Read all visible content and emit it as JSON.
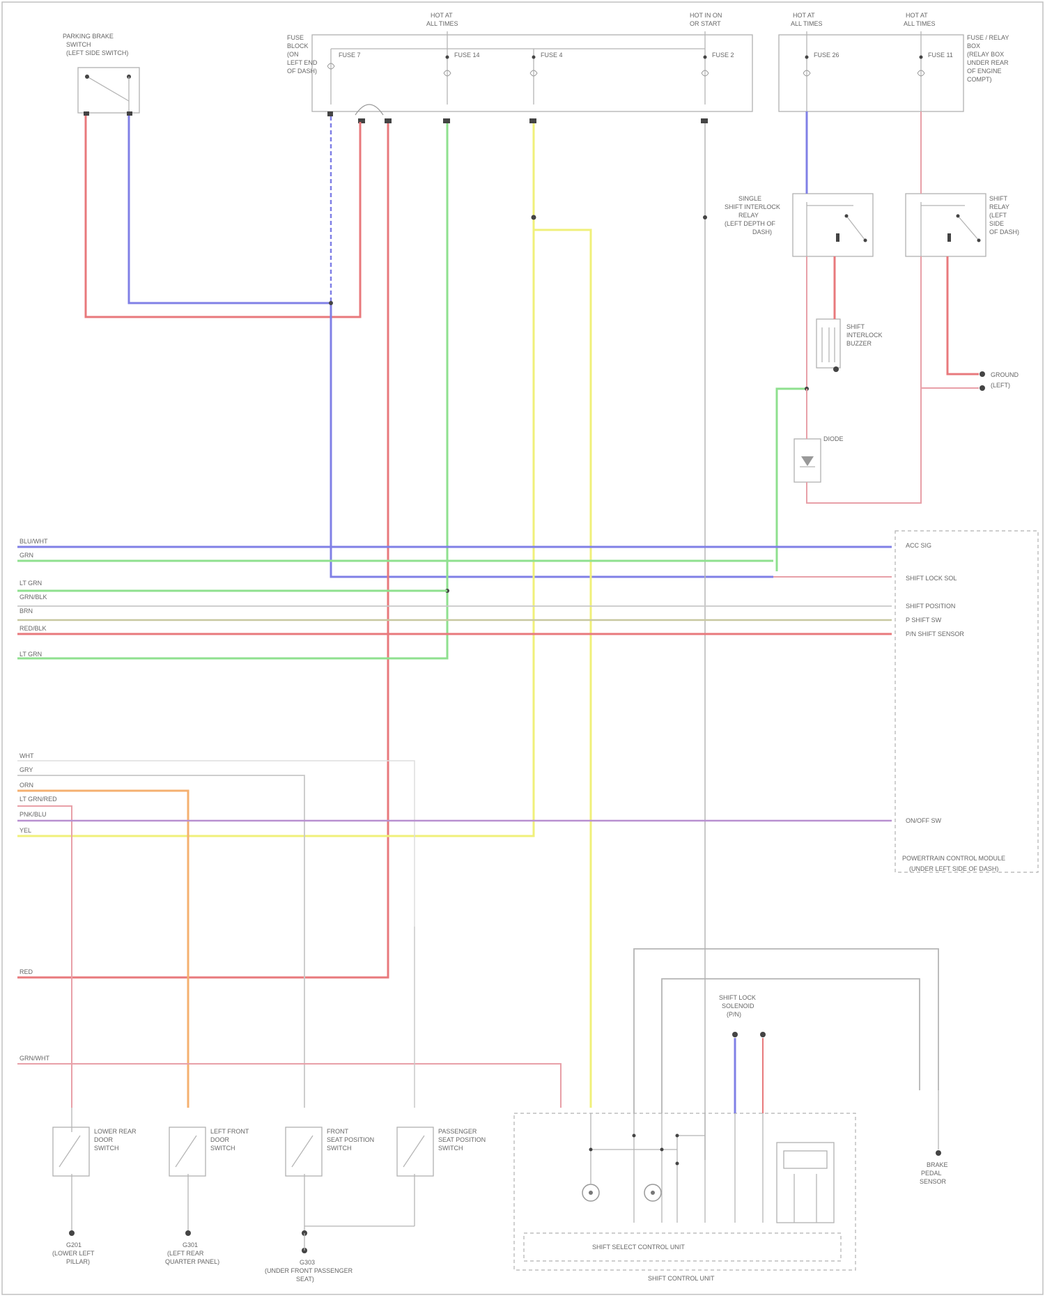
{
  "title": "",
  "colors": {
    "red": "#e8797c",
    "blue": "#8080e6",
    "green": "#8fe08f",
    "yellow": "#f0f07a",
    "orange": "#f5b070",
    "pink": "#e8a0a8",
    "violet": "#b890d0",
    "gray": "#b5b5b5",
    "line_gray": "#c8c8c8"
  },
  "icons": [
    "switch-icon",
    "motor-icon",
    "relay-icon",
    "ground-icon",
    "connector-icon",
    "sensor-icon"
  ],
  "components": {
    "fuse_block_left_caption": [
      "FUSE",
      "BLOCK",
      "(ON",
      "LEFT END",
      "OF DASH)"
    ],
    "fuse_block_right_caption": [
      "FUSE / RELAY",
      "BOX",
      "(RELAY BOX",
      "UNDER REAR",
      "OF ENGINE",
      "COMPT)"
    ],
    "upper_left_switch": [
      "PARKING BRAKE",
      "SWITCH",
      "(LEFT SIDE SWITCH)"
    ],
    "relay_1": [
      "SINGLE",
      "SHIFT INTERLOCK",
      "RELAY",
      "(LEFT DEPTH OF",
      "DASH)"
    ],
    "relay_2": [
      "SHIFT",
      "RELAY",
      "(LEFT",
      "SIDE",
      "OF DASH)"
    ],
    "interlock_buzzer": [
      "SHIFT",
      "INTERLOCK",
      "BUZZER"
    ],
    "diode": "DIODE",
    "ground_right": [
      "GROUND",
      "(LEFT)"
    ],
    "control_module_caption": [
      "POWERTRAIN CONTROL MODULE",
      "(UNDER LEFT SIDE OF DASH)"
    ],
    "lower_switches": [
      [
        "LOWER REAR",
        "DOOR",
        "SWITCH"
      ],
      [
        "LEFT FRONT",
        "DOOR",
        "SWITCH"
      ],
      [
        "FRONT",
        "SEAT POSITION",
        "SWITCH"
      ],
      [
        "PASSENGER",
        "SEAT POSITION",
        "SWITCH"
      ]
    ],
    "lower_grounds": [
      [
        "G201",
        "(LOWER LEFT",
        "PILLAR)"
      ],
      [
        "G301",
        "(LEFT REAR",
        "QUARTER PANEL)"
      ],
      [
        "G303",
        "(UNDER FRONT PASSENGER",
        "SEAT)"
      ]
    ],
    "ecu_inner": "SHIFT SELECT CONTROL UNIT",
    "ecu_caption": "SHIFT CONTROL UNIT",
    "solenoid_label": [
      "SHIFT LOCK",
      "SOLENOID",
      "(P/N)"
    ],
    "brake_sensor": [
      "BRAKE",
      "PEDAL",
      "SENSOR"
    ],
    "fuse_labels": [
      "FUSE 7",
      "FUSE 14",
      "FUSE 4",
      "FUSE 2",
      "FUSE 26",
      "FUSE 11"
    ],
    "hot_labels": [
      [
        "HOT AT",
        "ALL TIMES"
      ],
      [
        "HOT IN ON",
        "OR START"
      ],
      [
        "HOT AT",
        "ALL TIMES"
      ],
      [
        "HOT AT",
        "ALL TIMES"
      ]
    ],
    "right_module_pins": [
      "ACC SIG",
      "SHIFT LOCK SOL",
      "SHIFT POSITION",
      "P SHIFT SW",
      "P/N SHIFT SENSOR",
      "ON/OFF SW"
    ],
    "left_edge_labels": [
      "BLU/WHT",
      "GRN",
      "LT GRN",
      "GRN/BLK",
      "BRN",
      "RED/BLK",
      "LT GRN",
      "WHT",
      "GRY",
      "ORN",
      "LT GRN/RED",
      "PNK/BLU",
      "YEL",
      "RED",
      "GRN/WHT"
    ],
    "footer_code": ""
  }
}
